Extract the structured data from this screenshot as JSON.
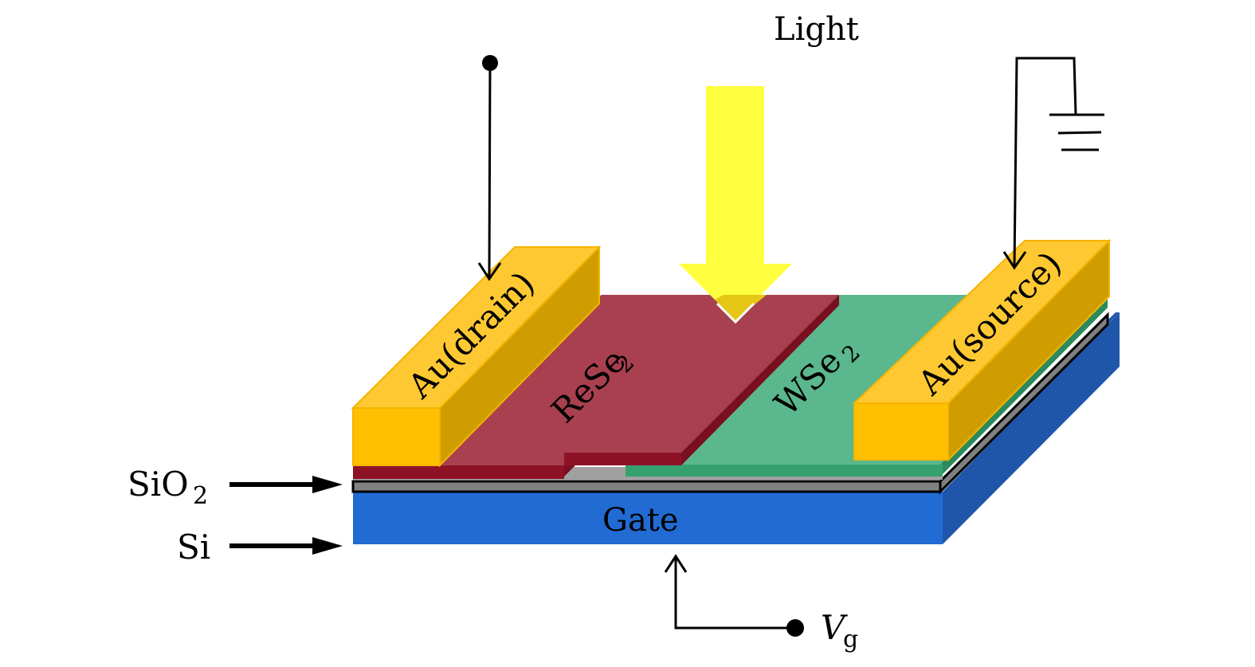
{
  "diagram": {
    "title": "ReSe2/WSe2 heterojunction phototransistor schematic",
    "labels": {
      "light": "Light",
      "drain": "Au(drain)",
      "source": "Au(source)",
      "rese2_main": "ReSe",
      "rese2_sub": "2",
      "wse2_main": "WSe",
      "wse2_sub": "2",
      "sio2_main": "SiO",
      "sio2_sub": "2",
      "si": "Si",
      "gate": "Gate",
      "vg_main": "V",
      "vg_sub": "g"
    },
    "colors": {
      "gold_top": "#fdc832",
      "gold_front": "#fec000",
      "gold_side": "#cf9d00",
      "gold_edge": "#f5b400",
      "rese2_top": "#a8404f",
      "rese2_edge": "#8e1226",
      "rese2_side": "#7a0f20",
      "wse2_top": "#5bb78d",
      "wse2_edge": "#35a26e",
      "wse2_side": "#2a8a5b",
      "sio2": "#808080",
      "sio2_light": "#a0a0a0",
      "si_front": "#216bd3",
      "si_side": "#1f56aa",
      "light_arrow": "#ffff40",
      "light_overlap": "#e5c615",
      "wire": "#000000"
    }
  }
}
